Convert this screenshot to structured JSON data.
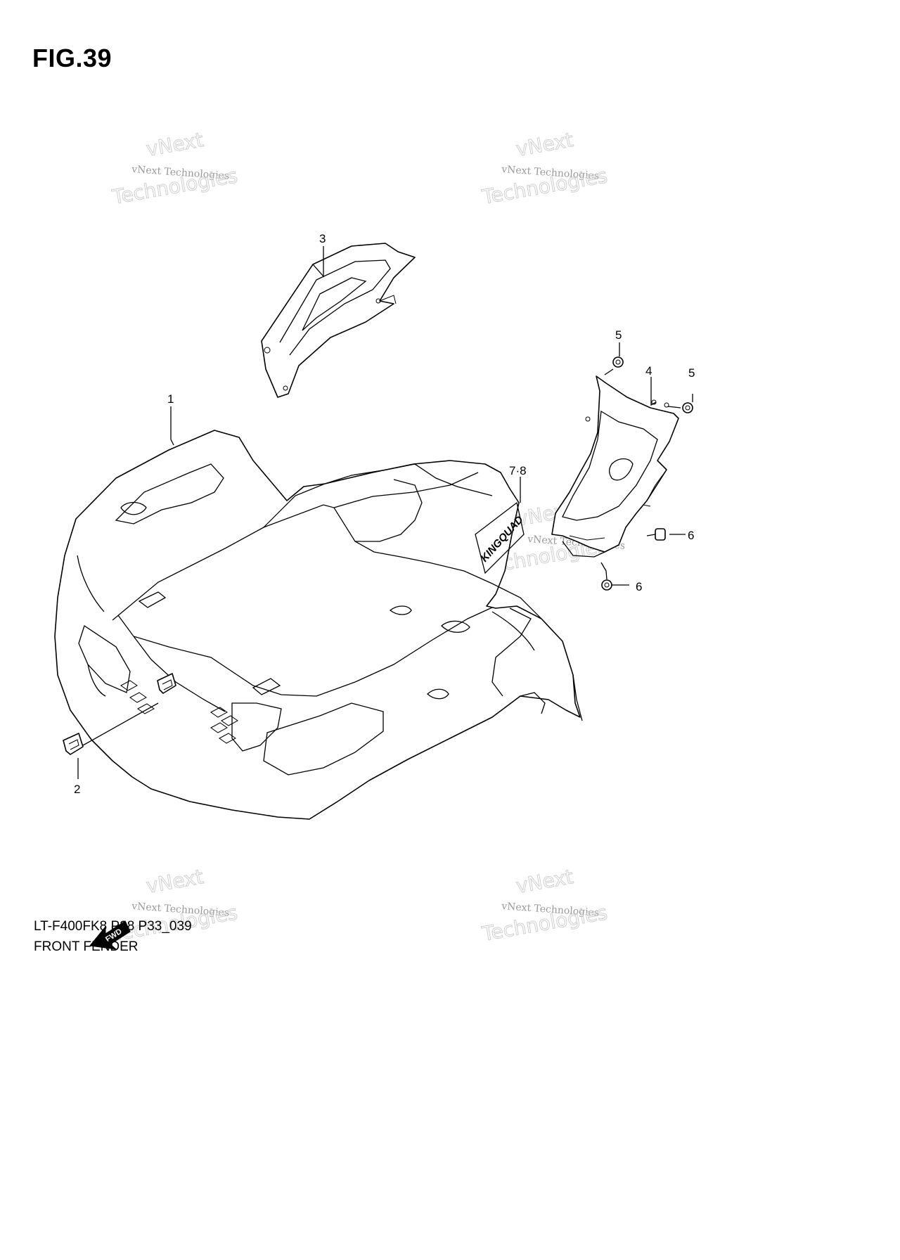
{
  "figure": {
    "title": "FIG.39"
  },
  "callouts": {
    "c1": "1",
    "c2": "2",
    "c3": "3",
    "c4": "4",
    "c5a": "5",
    "c5b": "5",
    "c6a": "6",
    "c6b": "6",
    "c78": "7·8"
  },
  "watermark": {
    "line1": "vNext",
    "line2": "vNext Technologies",
    "line3": "Technologies"
  },
  "fender_logo_text": "KINGQUAD",
  "fwd_label": "FWD",
  "caption": {
    "code": "LT-F400FK8 P28 P33_039",
    "name": "FRONT FENDER"
  }
}
